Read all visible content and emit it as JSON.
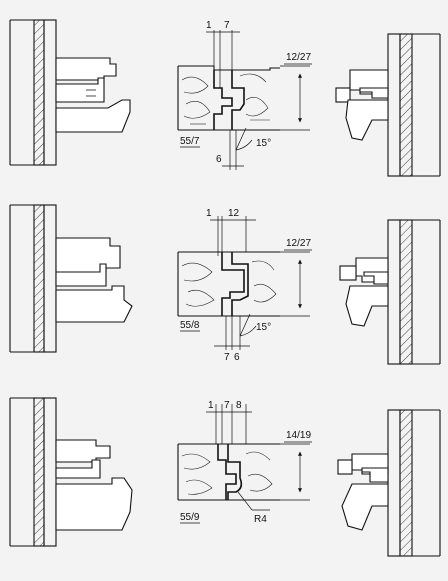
{
  "profiles": [
    {
      "code": "55/7",
      "thickness_range": "12/27",
      "dimensions": [
        "1",
        "7",
        "6"
      ],
      "angle": "15°"
    },
    {
      "code": "55/8",
      "thickness_range": "12/27",
      "dimensions": [
        "1",
        "12",
        "7",
        "6"
      ],
      "angle": "15°"
    },
    {
      "code": "55/9",
      "thickness_range": "14/19",
      "dimensions": [
        "1",
        "7",
        "8"
      ],
      "radius": "R4"
    }
  ]
}
